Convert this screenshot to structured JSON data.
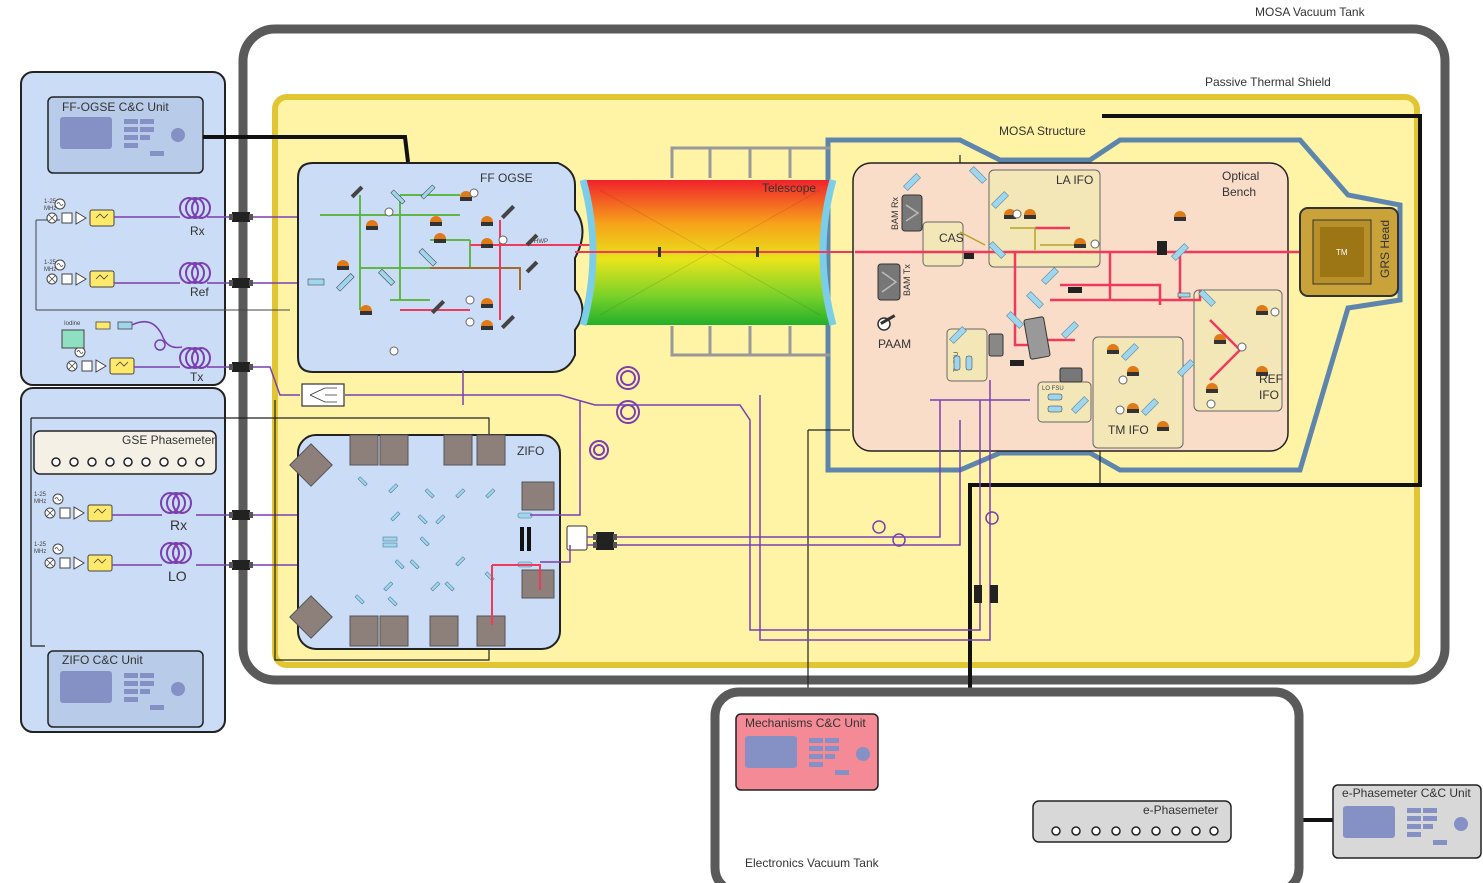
{
  "tanks": {
    "mosa": "MOSA Vacuum Tank",
    "electronics": "Electronics Vacuum Tank"
  },
  "shield": "Passive Thermal Shield",
  "structure": "MOSA Structure",
  "ff_ogse": "FF OGSE",
  "zifo": "ZIFO",
  "telescope": "Telescope",
  "units": {
    "ff_ogse_cc": "FF-OGSE C&C Unit",
    "zifo_cc": "ZIFO C&C Unit",
    "mechanisms_cc": "Mechanisms C&C Unit",
    "ephasemeter_cc": "e-Phasemeter C&C Unit",
    "gse_phasemeter": "GSE Phasemeter",
    "ephasemeter": "e-Phasemeter"
  },
  "fibers": {
    "rx1": "Rx",
    "ref": "Ref",
    "tx": "Tx",
    "rx2": "Rx",
    "lo": "LO"
  },
  "freq": {
    "line1": "1-25",
    "line2": "MHz"
  },
  "bench": {
    "title_line1": "Optical",
    "title_line2": "Bench",
    "la_ifo": "LA IFO",
    "tm_ifo": "TM IFO",
    "ref_ifo_line1": "REF",
    "ref_ifo_line2": "IFO",
    "cas": "CAS",
    "paam": "PAAM",
    "bam_rx": "BAM Rx",
    "bam_tx": "BAM Tx",
    "tx_fsu": "Tx FSU",
    "lo_fsu": "LO FSU",
    "hwp": "HWP"
  },
  "grs": {
    "head": "GRS Head",
    "tm": "TM"
  },
  "small": {
    "iodine": "Iodine"
  },
  "colors": {
    "tank_border": "#5a5a5a",
    "shield_fill": "#fff3a6",
    "shield_border": "#e2c533",
    "structure_border": "#5e86ad",
    "panel_fill": "#cbdcf6",
    "bench_fill": "#f9ddc9",
    "laser_red": "#ef3a5d",
    "fiber_purple": "#7a3fb0",
    "mech_unit": "#f48a95"
  }
}
